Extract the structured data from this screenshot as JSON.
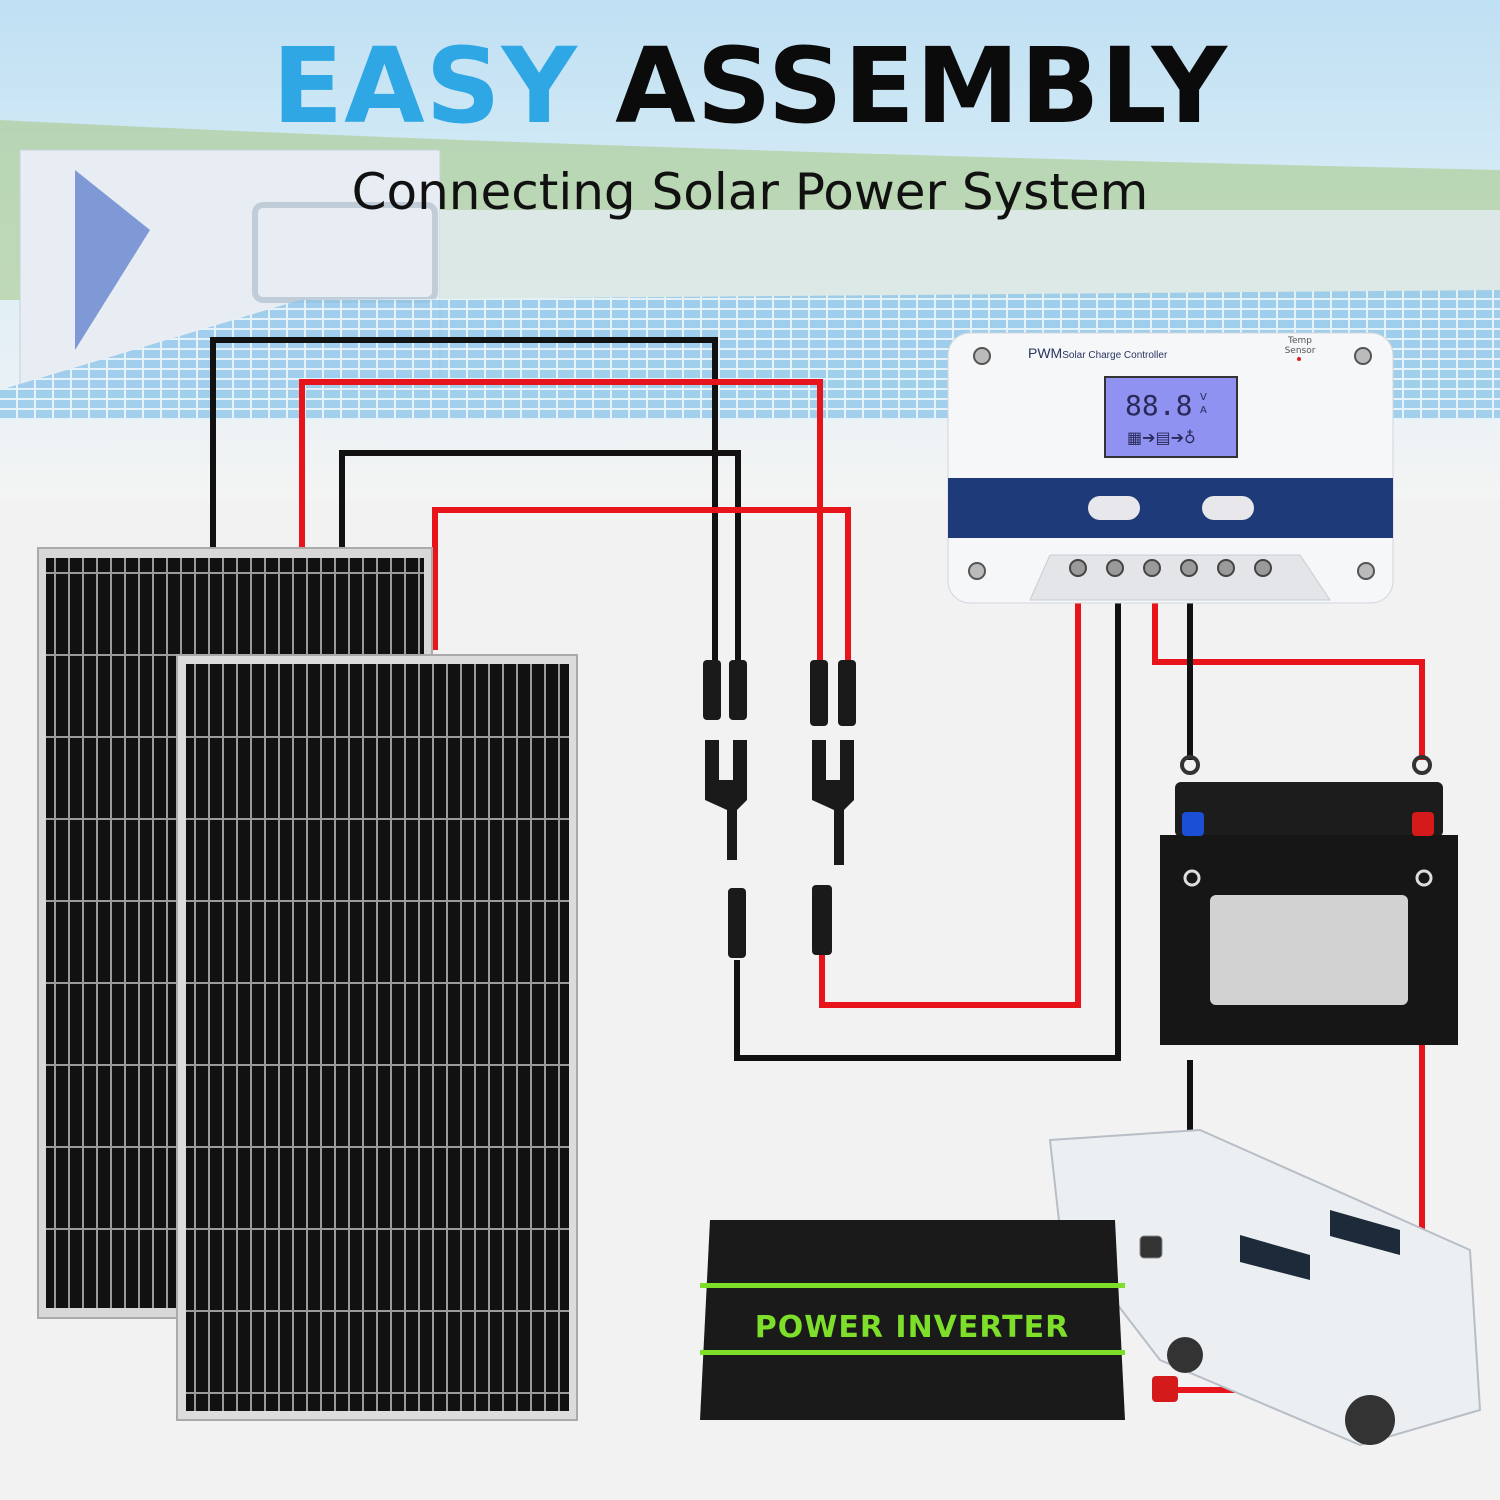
{
  "header": {
    "title_part1": "EASY",
    "title_part2": "ASSEMBLY",
    "subtitle": "Connecting Solar Power System"
  },
  "controller": {
    "brand": "PWM",
    "name": "Solar Charge Controller",
    "sensor_line1": "Temp",
    "sensor_line2": "Sensor",
    "lcd_value": "88.8",
    "lcd_unit_v": "V",
    "lcd_unit_a": "A"
  },
  "inverter": {
    "label": "POWER INVERTER"
  },
  "colors": {
    "accent": "#2ea7e4",
    "wire_red": "#e8141b",
    "wire_black": "#111111",
    "controller_blue": "#1e3a78",
    "lcd": "#8f92f0",
    "inverter_green": "#7ddf2a"
  }
}
